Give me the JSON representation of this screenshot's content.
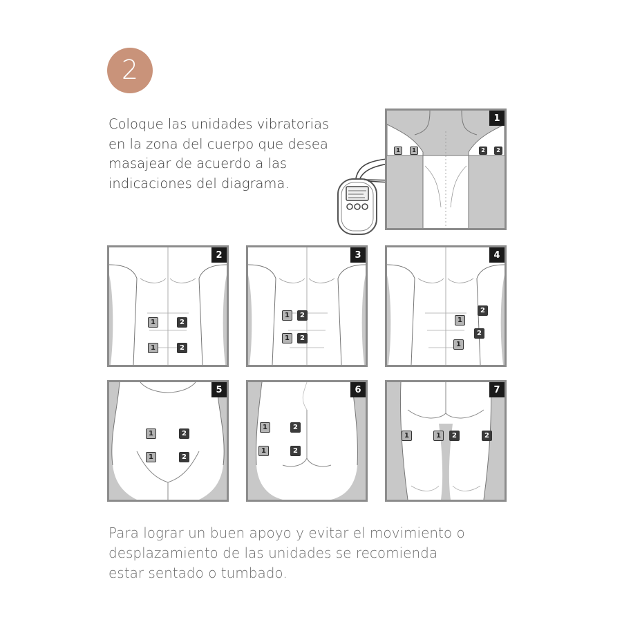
{
  "step": {
    "number": "2",
    "color": "#c9937a"
  },
  "intro": {
    "lines": [
      "Coloque las unidades vibratorias",
      "en la zona del cuerpo que desea",
      "masajear de acuerdo a las",
      "indicaciones del diagrama."
    ]
  },
  "panels": [
    {
      "number": "1",
      "area": "upper-back",
      "pads": [
        "1",
        "1",
        "2",
        "2"
      ]
    },
    {
      "number": "2",
      "area": "abdomen",
      "pads": [
        "1",
        "2",
        "1",
        "2"
      ]
    },
    {
      "number": "3",
      "area": "abdomen-center",
      "pads": [
        "1",
        "2",
        "1",
        "2"
      ]
    },
    {
      "number": "4",
      "area": "abdomen-side",
      "pads": [
        "2",
        "1",
        "2",
        "1"
      ]
    },
    {
      "number": "5",
      "area": "lower-abdomen",
      "pads": [
        "1",
        "2",
        "1",
        "2"
      ]
    },
    {
      "number": "6",
      "area": "lower-back",
      "pads": [
        "1",
        "2",
        "1",
        "2"
      ]
    },
    {
      "number": "7",
      "area": "thighs-back",
      "pads": [
        "1",
        "1",
        "2",
        "2"
      ]
    }
  ],
  "footer": {
    "lines": [
      "Para lograr un buen apoyo y evitar el movimiento o",
      "desplazamiento de las unidades se recomienda",
      "estar sentado o tumbado."
    ]
  },
  "colors": {
    "frame": "#8c8c8c",
    "body_shading": "#c8c8c8",
    "pad1": "#b4b4b4",
    "pad2": "#3a3a3a"
  }
}
